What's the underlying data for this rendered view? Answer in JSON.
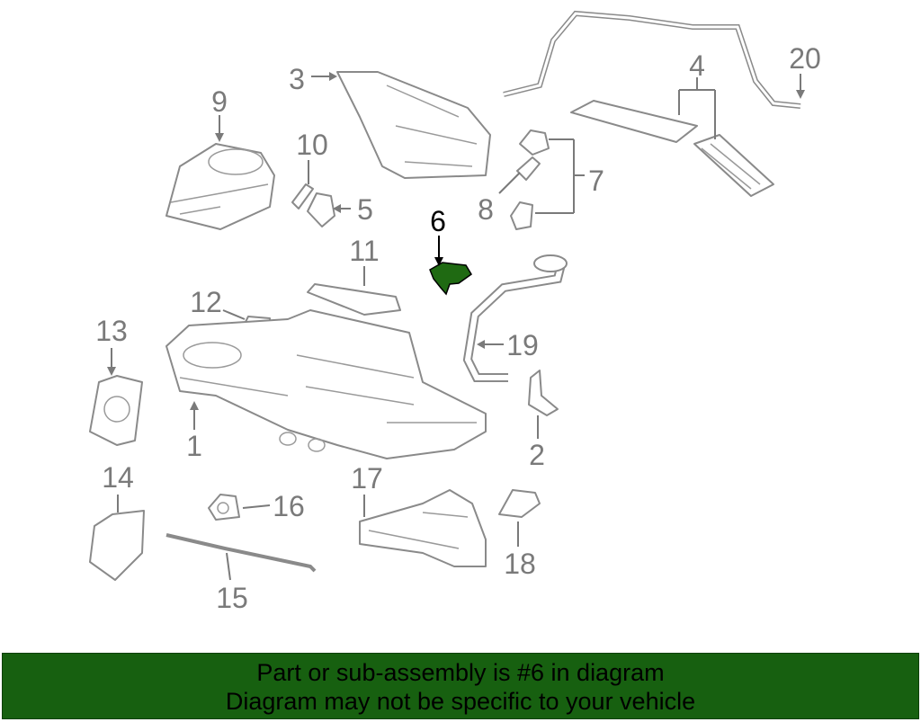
{
  "diagram": {
    "highlighted_part": "6",
    "labels": {
      "p1": "1",
      "p2": "2",
      "p3": "3",
      "p4": "4",
      "p5": "5",
      "p6": "6",
      "p7": "7",
      "p8": "8",
      "p9": "9",
      "p10": "10",
      "p11": "11",
      "p12": "12",
      "p13": "13",
      "p14": "14",
      "p15": "15",
      "p16": "16",
      "p17": "17",
      "p18": "18",
      "p19": "19",
      "p20": "20"
    },
    "colors": {
      "highlight": "#1f6a12",
      "outline": "#8a8a8a",
      "label": "#7a7a7a"
    }
  },
  "banner": {
    "line1": "Part or sub-assembly is #6 in diagram",
    "line2": "Diagram may not be specific to your vehicle",
    "background": "#176010"
  }
}
